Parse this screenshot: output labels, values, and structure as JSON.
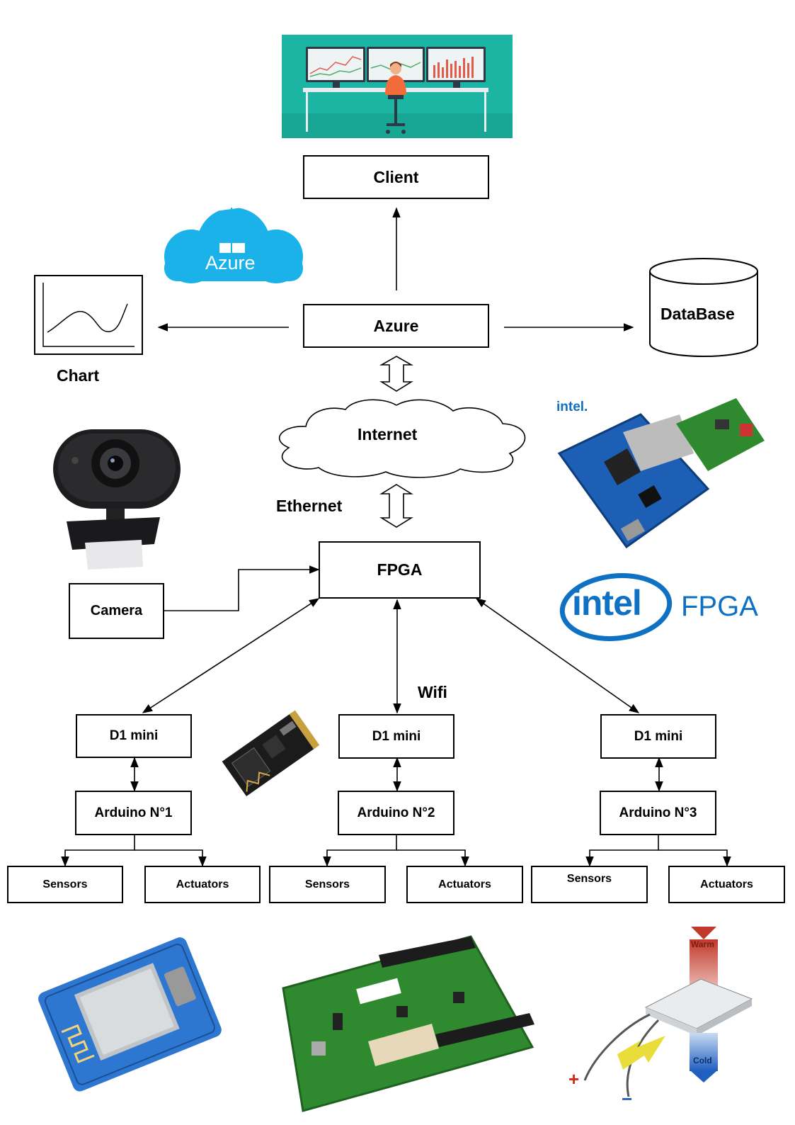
{
  "nodes": {
    "client": "Client",
    "azure": "Azure",
    "database": "DataBase",
    "chart": "Chart",
    "internet": "Internet",
    "ethernet": "Ethernet",
    "fpga": "FPGA",
    "camera": "Camera",
    "wifi": "Wifi",
    "d1_1": "D1 mini",
    "d1_2": "D1 mini",
    "d1_3": "D1 mini",
    "arduino_1": "Arduino N°1",
    "arduino_2": "Arduino N°2",
    "arduino_3": "Arduino N°3",
    "sensors_1": "Sensors",
    "actuators_1": "Actuators",
    "sensors_2": "Sensors",
    "actuators_2": "Actuators",
    "sensors_3": "Sensors",
    "actuators_3": "Actuators"
  },
  "logos": {
    "azure_cloud": "Azure",
    "intel_small": "intel.",
    "intel_big": "intel",
    "intel_fpga": "FPGA"
  },
  "thermo": {
    "warm": "Warm",
    "cold": "Cold",
    "plus": "+",
    "minus": "−"
  },
  "colors": {
    "azure_blue": "#1ab2e8",
    "intel_blue": "#0f71c4",
    "teal": "#1cb5a3",
    "pcb_green": "#2f8a2f",
    "pcb_blue": "#1d5fb4"
  },
  "icons": [
    "monitoring-desk-illustration",
    "azure-cloud-logo",
    "chart-icon",
    "database-icon",
    "internet-cloud",
    "webcam-photo",
    "intel-fpga-board-photo",
    "esp8266-module-photo",
    "d1-mini-board-photo",
    "arduino-shield-photo",
    "peltier-module-illustration"
  ]
}
